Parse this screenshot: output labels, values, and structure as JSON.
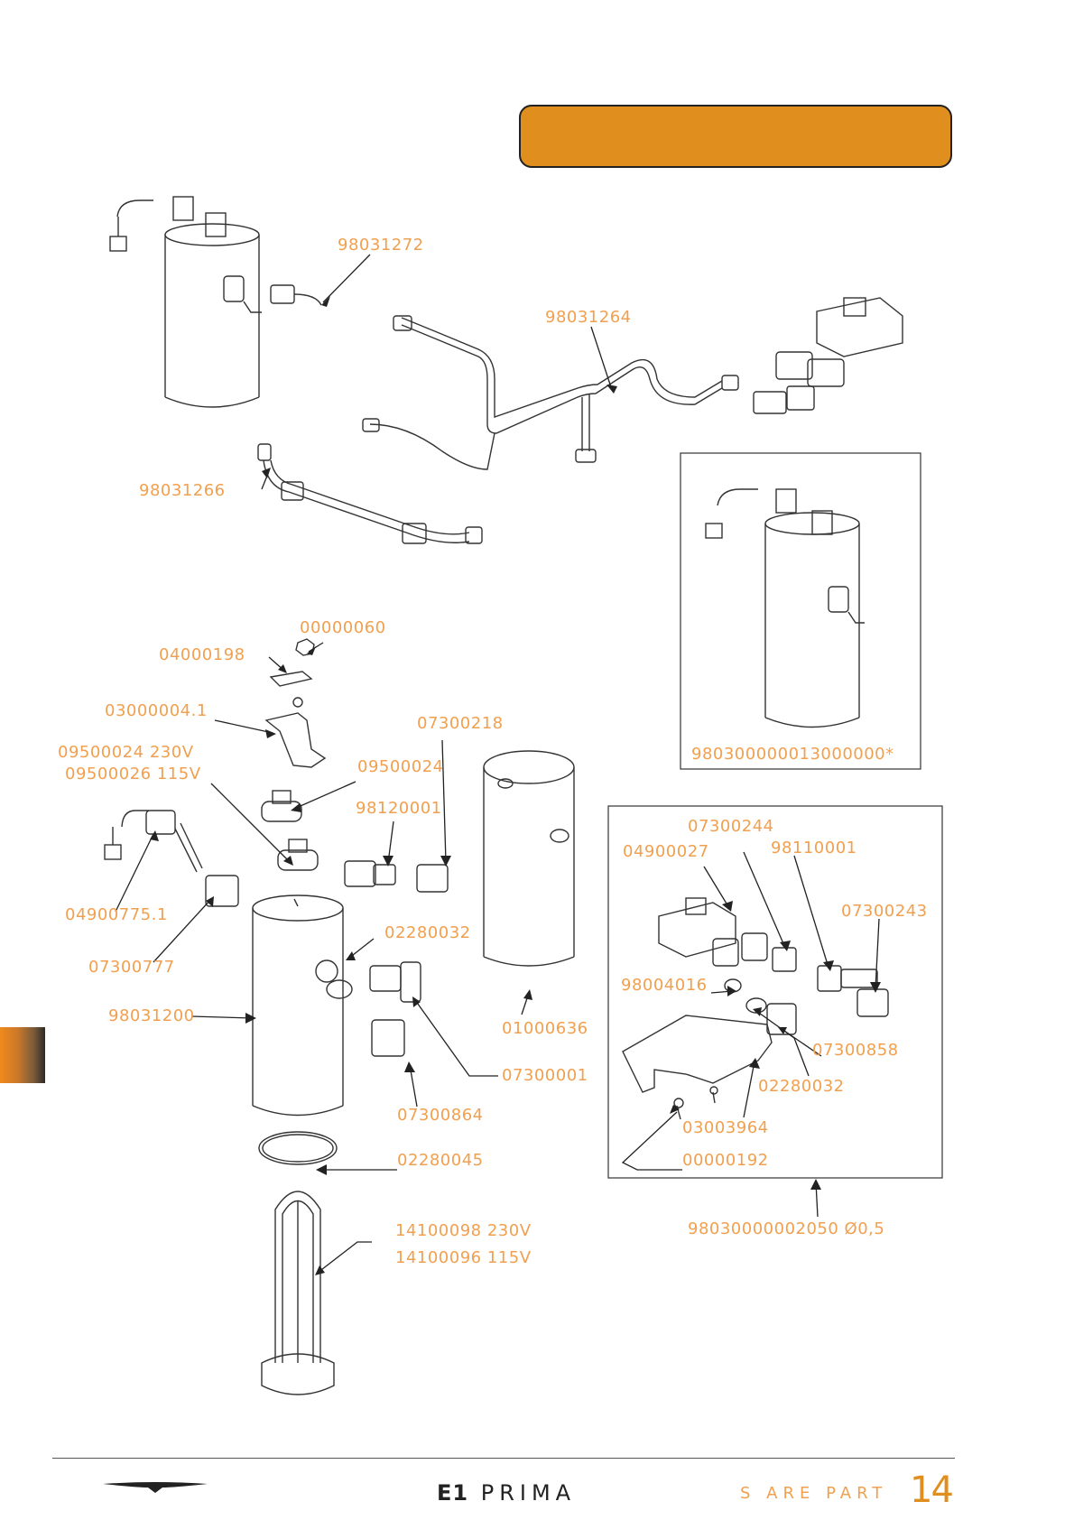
{
  "header": {
    "banner_color": "#e08e1e"
  },
  "labels": [
    {
      "id": "l1",
      "text": "98031272"
    },
    {
      "id": "l2",
      "text": "98031264"
    },
    {
      "id": "l3",
      "text": "98031266"
    },
    {
      "id": "l4",
      "text": "980300000013000000*"
    },
    {
      "id": "l5",
      "text": "00000060"
    },
    {
      "id": "l6",
      "text": "04000198"
    },
    {
      "id": "l7",
      "text": "03000004.1"
    },
    {
      "id": "l8",
      "text": "07300218"
    },
    {
      "id": "l9",
      "text": "09500024  230V"
    },
    {
      "id": "l10",
      "text": "09500026  115V"
    },
    {
      "id": "l11",
      "text": "09500024"
    },
    {
      "id": "l12",
      "text": "98120001"
    },
    {
      "id": "l13",
      "text": "04900775.1"
    },
    {
      "id": "l14",
      "text": "07300777"
    },
    {
      "id": "l15",
      "text": "02280032"
    },
    {
      "id": "l16",
      "text": "98031200"
    },
    {
      "id": "l17",
      "text": "01000636"
    },
    {
      "id": "l18",
      "text": "07300001"
    },
    {
      "id": "l19",
      "text": "07300864"
    },
    {
      "id": "l20",
      "text": "02280045"
    },
    {
      "id": "l21",
      "text": "14100098    230V"
    },
    {
      "id": "l22",
      "text": "14100096    115V"
    },
    {
      "id": "l23",
      "text": "07300244"
    },
    {
      "id": "l24",
      "text": "04900027"
    },
    {
      "id": "l25",
      "text": "98110001"
    },
    {
      "id": "l26",
      "text": "07300243"
    },
    {
      "id": "l27",
      "text": "98004016"
    },
    {
      "id": "l28",
      "text": "07300858"
    },
    {
      "id": "l29",
      "text": "02280032"
    },
    {
      "id": "l30",
      "text": "03003964"
    },
    {
      "id": "l31",
      "text": "00000192"
    },
    {
      "id": "l32",
      "text": "98030000002050  Ø0,5"
    }
  ],
  "footer": {
    "brand_e1": "E1",
    "brand_rest": "PRIMA",
    "section": "S  ARE  PART",
    "page_number": "14"
  }
}
